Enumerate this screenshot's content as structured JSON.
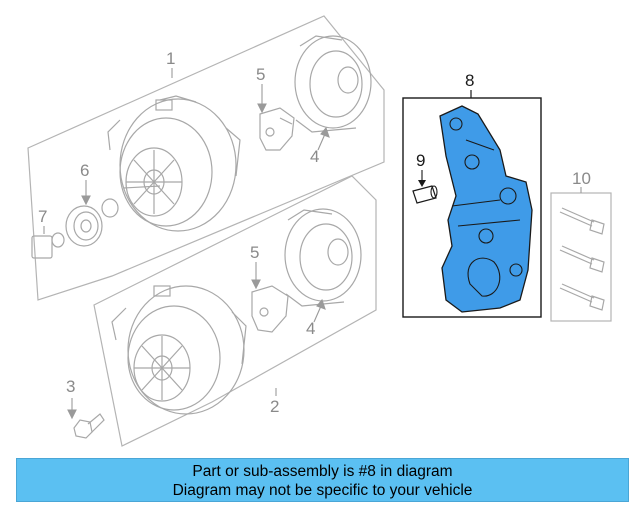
{
  "callouts": {
    "c1": "1",
    "c2": "2",
    "c3": "3",
    "c4a": "4",
    "c4b": "4",
    "c5a": "5",
    "c5b": "5",
    "c6": "6",
    "c7": "7",
    "c8": "8",
    "c9": "9",
    "c10": "10"
  },
  "highlight_color": "#3f9be8",
  "banner": {
    "line1": "Part or sub-assembly is #8 in diagram",
    "line2": "Diagram may not be specific to your vehicle",
    "background": "#5bc0f2"
  }
}
